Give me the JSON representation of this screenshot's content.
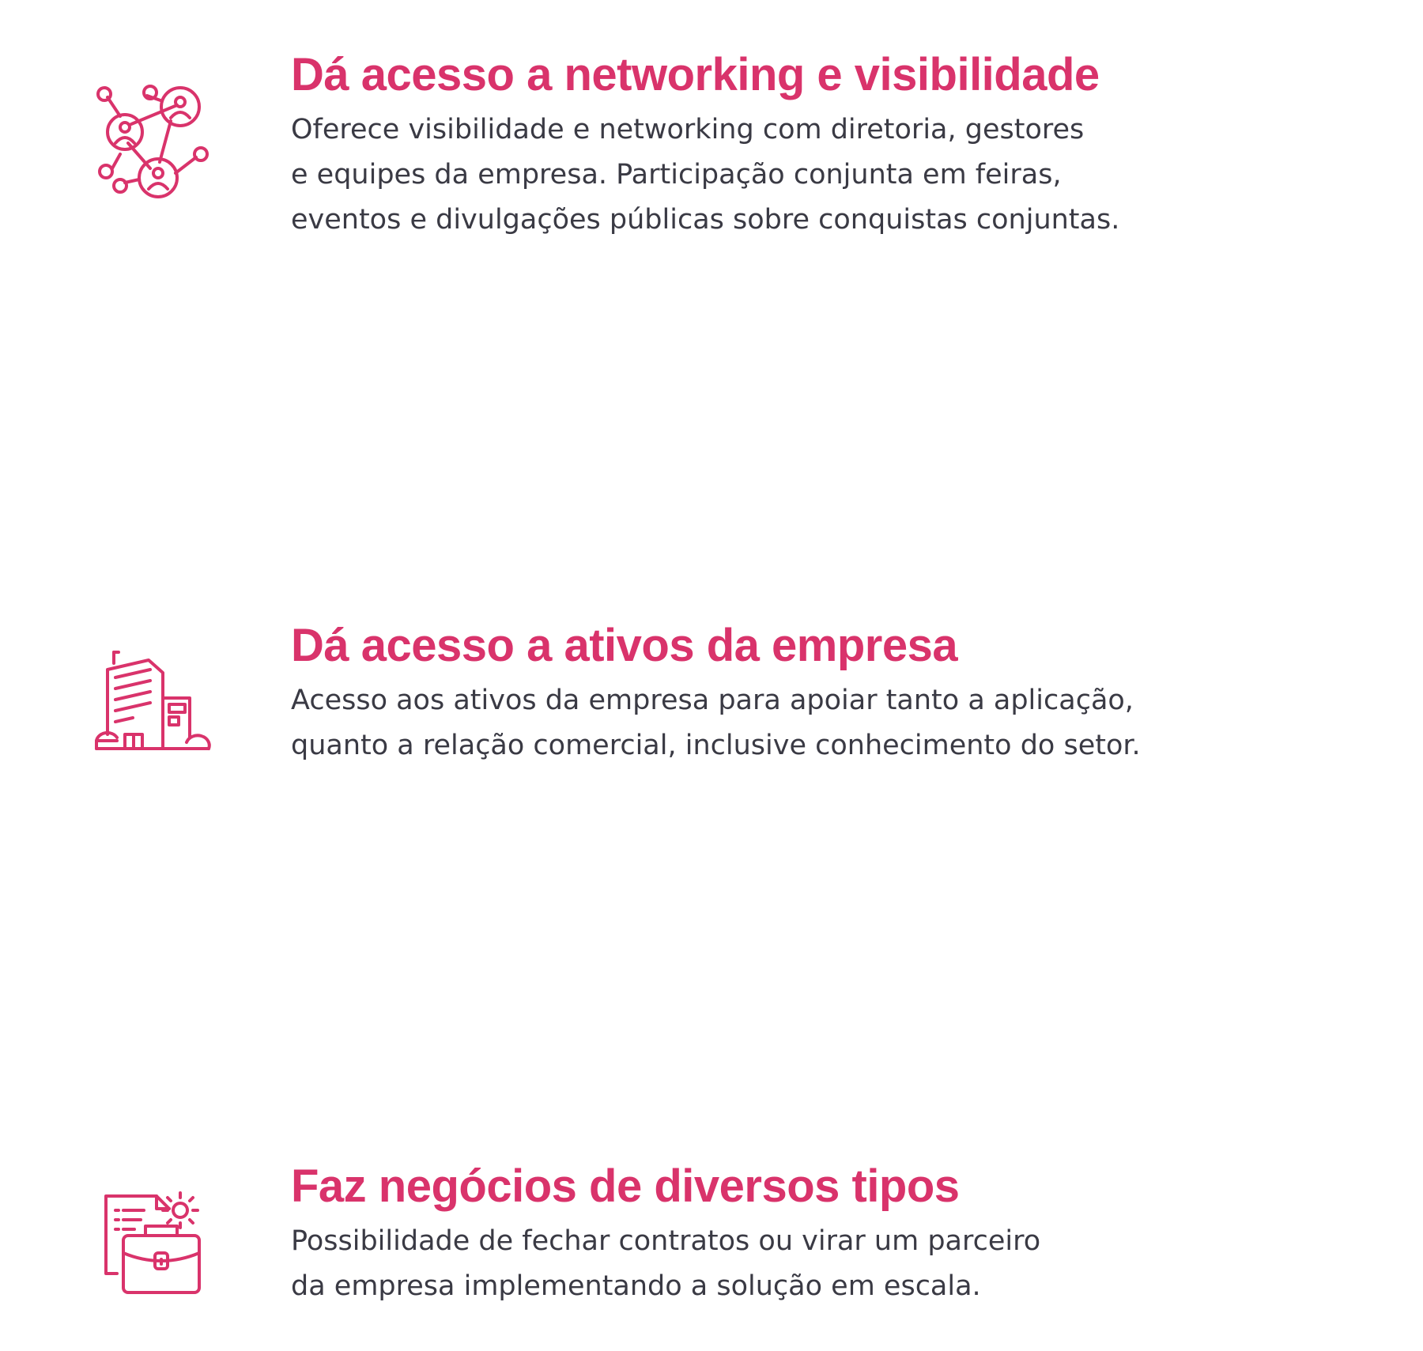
{
  "accent_color": "#d9336b",
  "text_color": "#3a3a44",
  "features": [
    {
      "icon": "network-people-icon",
      "title": "Dá acesso a networking e visibilidade",
      "lines": [
        "Oferece visibilidade e networking com diretoria, gestores",
        "e equipes da empresa. Participação conjunta em feiras,",
        "eventos e divulgações públicas sobre conquistas conjuntas."
      ]
    },
    {
      "icon": "office-building-icon",
      "title": "Dá acesso a ativos da empresa",
      "lines": [
        "Acesso aos ativos da empresa para apoiar tanto a aplicação,",
        "quanto a relação comercial, inclusive conhecimento do setor."
      ]
    },
    {
      "icon": "briefcase-document-icon",
      "title": "Faz negócios de diversos tipos",
      "lines": [
        "Possibilidade de fechar contratos ou virar um parceiro",
        "da empresa implementando a solução em escala."
      ]
    }
  ]
}
